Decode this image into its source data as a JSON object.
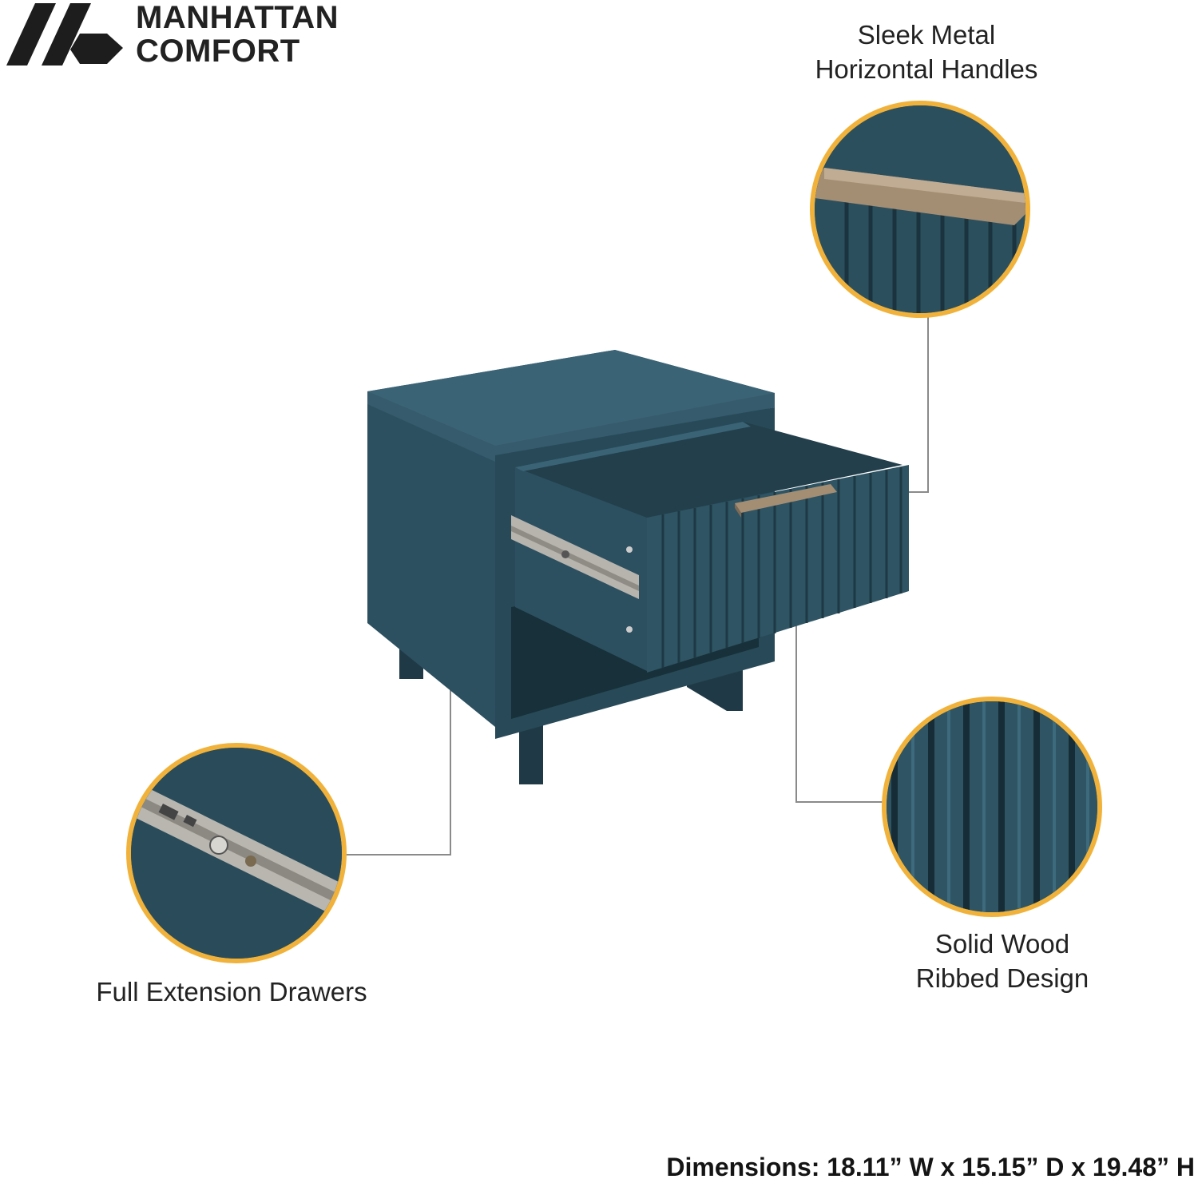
{
  "brand": {
    "line1": "MANHATTAN",
    "line2": "COMFORT",
    "logo_icon": "manhattan-comfort-logo-icon"
  },
  "callouts": {
    "handles": {
      "line1": "Sleek Metal",
      "line2": "Horizontal Handles"
    },
    "drawers": {
      "line1": "Full Extension Drawers"
    },
    "ribbed": {
      "line1": "Solid Wood",
      "line2": "Ribbed Design"
    }
  },
  "dimensions": "Dimensions: 18.11” W x 15.15” D x 19.48” H",
  "colors": {
    "furniture_blue": "#2f5463",
    "circle_border": "#f0b23a",
    "handle_bronze": "#a38e74",
    "leader_line": "#8a8a8a"
  }
}
